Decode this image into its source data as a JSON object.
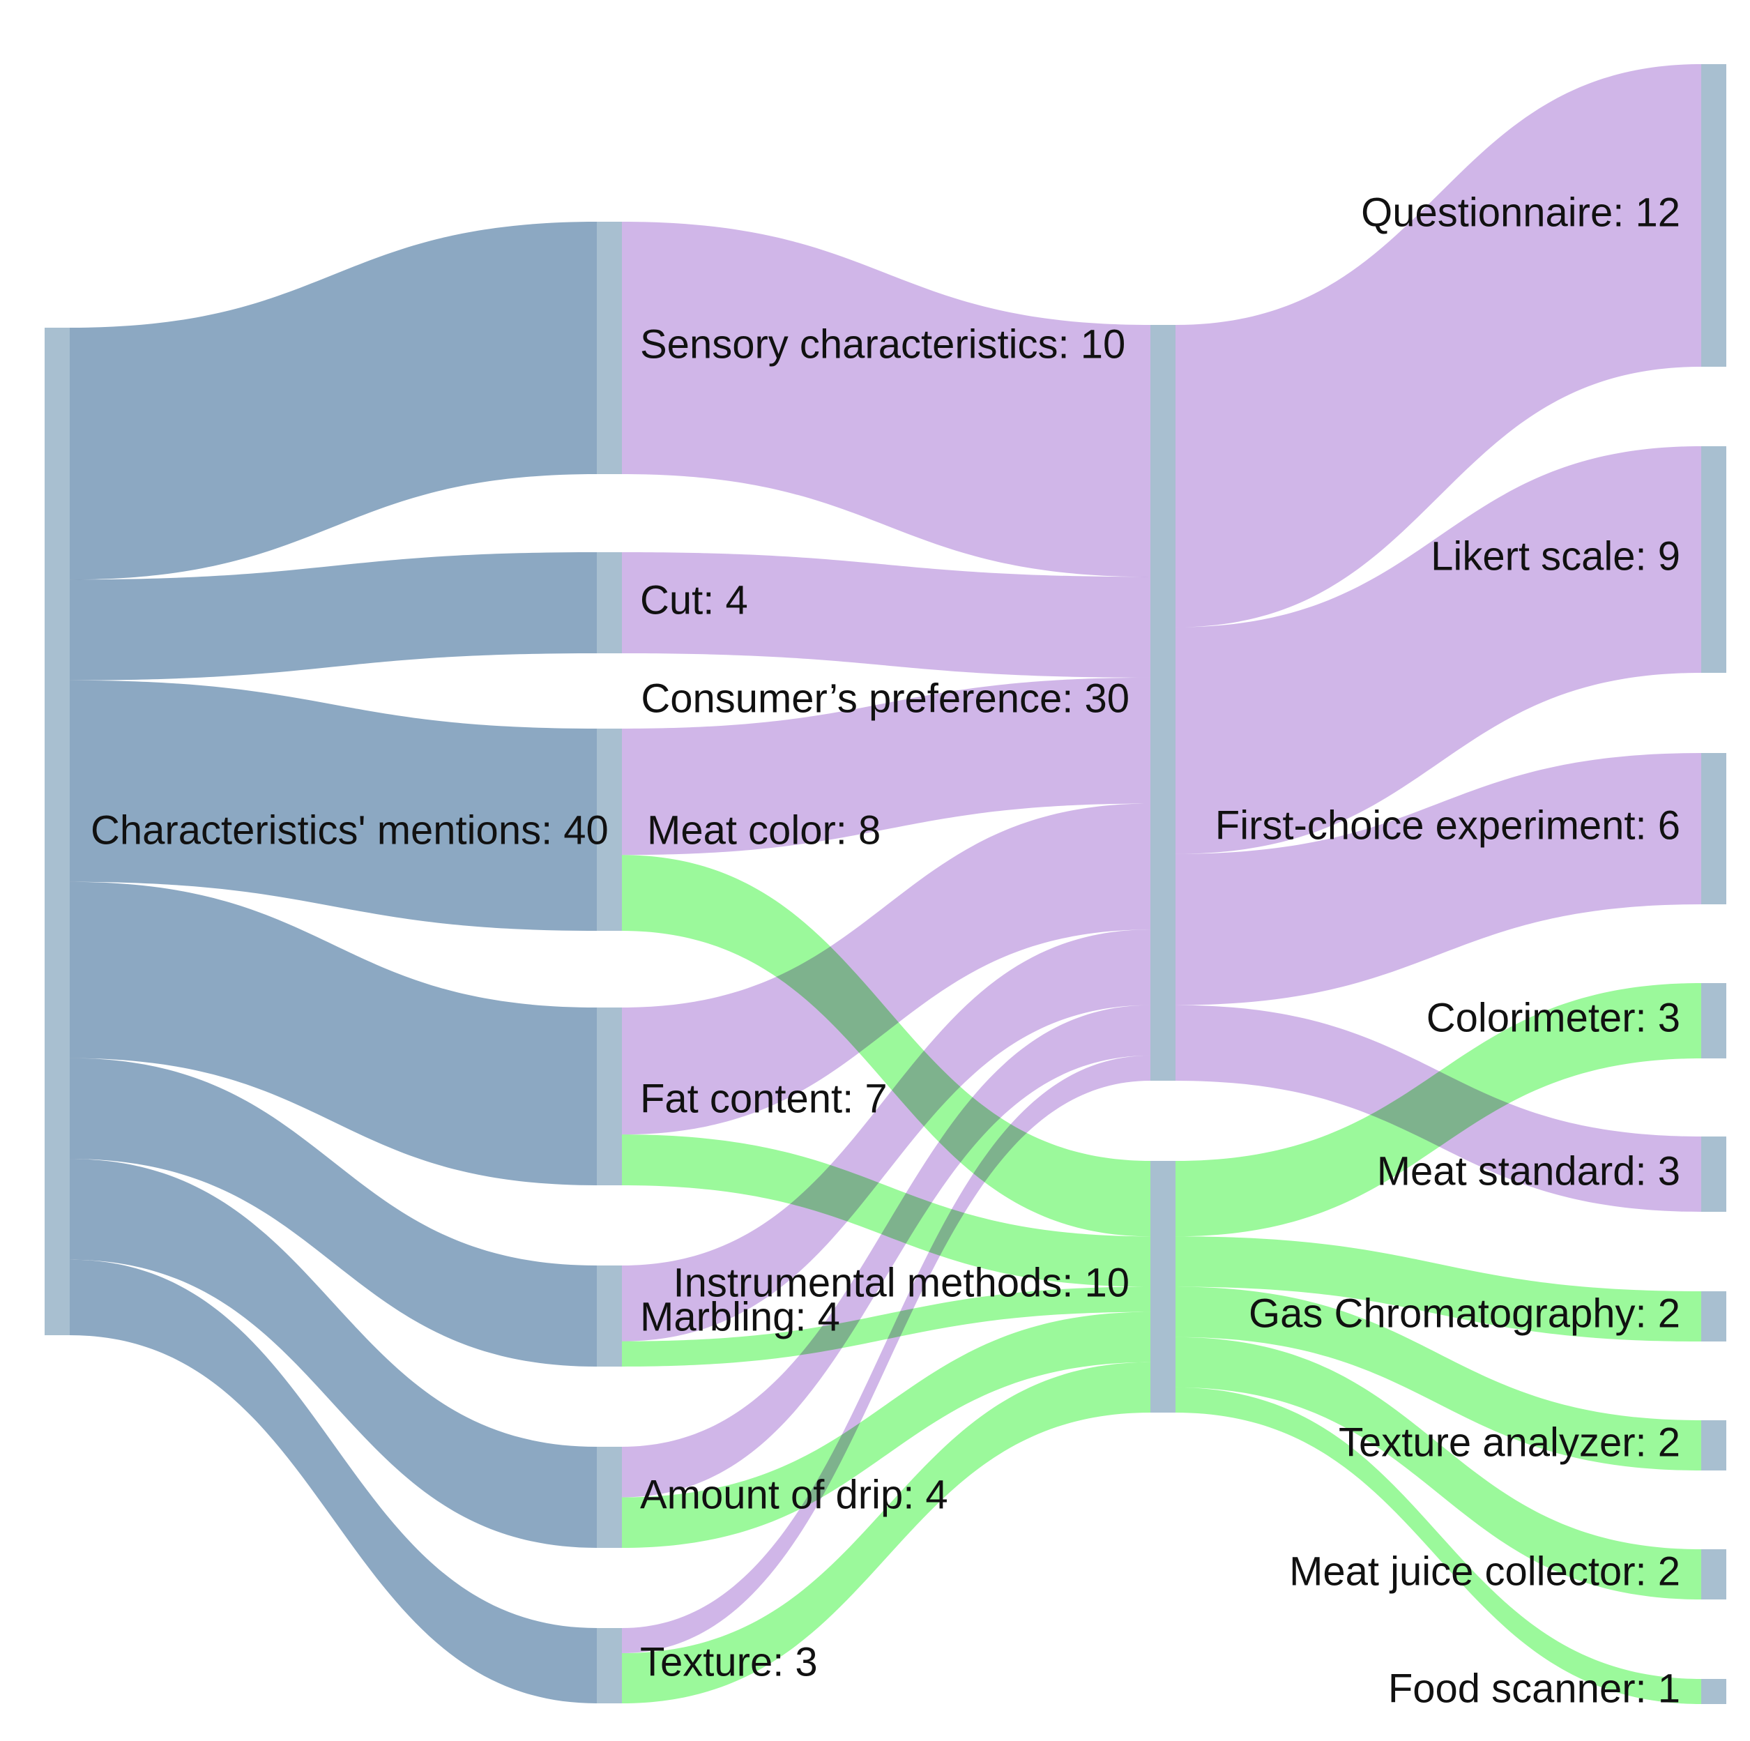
{
  "chart_data": {
    "type": "sankey",
    "colors": {
      "node": "#a8bfd0",
      "link_mentions": "#8ca8c2",
      "link_consumer": "#cbaee6",
      "link_instrumental": "#90f890",
      "accent_mentions": "#3f6f9c",
      "accent_consumer": "#a66fd8"
    },
    "nodes": [
      {
        "id": "mentions",
        "label": "Characteristics' mentions: 40",
        "value": 40
      },
      {
        "id": "sensory",
        "label": "Sensory characteristics: 10",
        "value": 10
      },
      {
        "id": "cut",
        "label": "Cut: 4",
        "value": 4
      },
      {
        "id": "color",
        "label": "Meat color: 8",
        "value": 8
      },
      {
        "id": "fat",
        "label": "Fat content: 7",
        "value": 7
      },
      {
        "id": "marbling",
        "label": "Marbling: 4",
        "value": 4
      },
      {
        "id": "drip",
        "label": "Amount of drip: 4",
        "value": 4
      },
      {
        "id": "texture",
        "label": "Texture: 3",
        "value": 3
      },
      {
        "id": "consumer",
        "label": "Consumer’s preference: 30",
        "value": 30
      },
      {
        "id": "instrumental",
        "label": "Instrumental methods: 10",
        "value": 10
      },
      {
        "id": "questionnaire",
        "label": "Questionnaire: 12",
        "value": 12
      },
      {
        "id": "likert",
        "label": "Likert scale: 9",
        "value": 9
      },
      {
        "id": "firstchoice",
        "label": "First-choice experiment: 6",
        "value": 6
      },
      {
        "id": "colorimeter",
        "label": "Colorimeter: 3",
        "value": 3
      },
      {
        "id": "standard",
        "label": "Meat standard: 3",
        "value": 3
      },
      {
        "id": "gc",
        "label": "Gas Chromatography: 2",
        "value": 2
      },
      {
        "id": "textureanalyzer",
        "label": "Texture analyzer: 2",
        "value": 2
      },
      {
        "id": "juice",
        "label": "Meat juice collector: 2",
        "value": 2
      },
      {
        "id": "scanner",
        "label": "Food scanner: 1",
        "value": 1
      }
    ],
    "links": [
      {
        "source": "mentions",
        "target": "sensory",
        "value": 10
      },
      {
        "source": "mentions",
        "target": "cut",
        "value": 4
      },
      {
        "source": "mentions",
        "target": "color",
        "value": 8
      },
      {
        "source": "mentions",
        "target": "fat",
        "value": 7
      },
      {
        "source": "mentions",
        "target": "marbling",
        "value": 4
      },
      {
        "source": "mentions",
        "target": "drip",
        "value": 4
      },
      {
        "source": "mentions",
        "target": "texture",
        "value": 3
      },
      {
        "source": "sensory",
        "target": "consumer",
        "value": 10
      },
      {
        "source": "cut",
        "target": "consumer",
        "value": 4
      },
      {
        "source": "color",
        "target": "consumer",
        "value": 5
      },
      {
        "source": "color",
        "target": "instrumental",
        "value": 3
      },
      {
        "source": "fat",
        "target": "consumer",
        "value": 5
      },
      {
        "source": "fat",
        "target": "instrumental",
        "value": 2
      },
      {
        "source": "marbling",
        "target": "consumer",
        "value": 3
      },
      {
        "source": "marbling",
        "target": "instrumental",
        "value": 1
      },
      {
        "source": "drip",
        "target": "consumer",
        "value": 2
      },
      {
        "source": "drip",
        "target": "instrumental",
        "value": 2
      },
      {
        "source": "texture",
        "target": "consumer",
        "value": 1
      },
      {
        "source": "texture",
        "target": "instrumental",
        "value": 2
      },
      {
        "source": "consumer",
        "target": "questionnaire",
        "value": 12
      },
      {
        "source": "consumer",
        "target": "likert",
        "value": 9
      },
      {
        "source": "consumer",
        "target": "firstchoice",
        "value": 6
      },
      {
        "source": "consumer",
        "target": "standard",
        "value": 3
      },
      {
        "source": "instrumental",
        "target": "colorimeter",
        "value": 3
      },
      {
        "source": "instrumental",
        "target": "gc",
        "value": 2
      },
      {
        "source": "instrumental",
        "target": "textureanalyzer",
        "value": 2
      },
      {
        "source": "instrumental",
        "target": "juice",
        "value": 2
      },
      {
        "source": "instrumental",
        "target": "scanner",
        "value": 1
      }
    ]
  }
}
